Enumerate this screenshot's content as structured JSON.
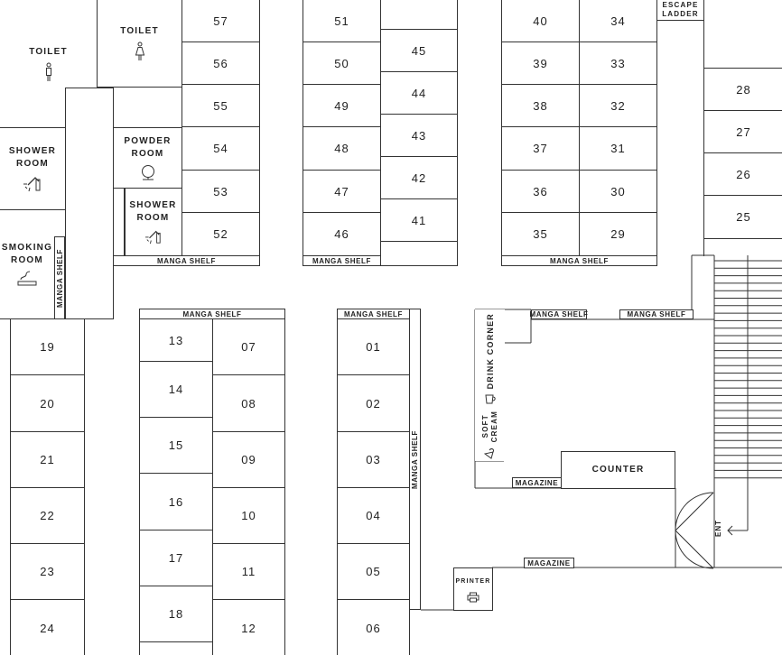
{
  "rooms": {
    "toilet_men": "TOILET",
    "toilet_women": "TOILET",
    "shower_left": "SHOWER\nROOM",
    "powder": "POWDER\nROOM",
    "shower_right": "SHOWER\nROOM",
    "smoking": "SMOKING\nROOM",
    "escape": "ESCAPE\nLADDER",
    "printer": "PRINTER",
    "counter": "COUNTER",
    "drink": "DRINK CORNER",
    "softcream": "SOFT\nCREAM",
    "entrance": "ENT"
  },
  "shelves": {
    "manga": "MANGA SHELF",
    "magazine": "MAGAZINE"
  },
  "booths": {
    "col_left_top": [
      "57",
      "56",
      "55",
      "54",
      "53",
      "52"
    ],
    "col_mid_a": [
      "51",
      "50",
      "49",
      "48",
      "47",
      "46"
    ],
    "col_mid_b": [
      "45",
      "44",
      "43",
      "42",
      "41"
    ],
    "col_right_a": [
      "40",
      "39",
      "38",
      "37",
      "36",
      "35"
    ],
    "col_right_b": [
      "34",
      "33",
      "32",
      "31",
      "30",
      "29"
    ],
    "col_far_right": [
      "28",
      "27",
      "26",
      "25"
    ],
    "col_bottom_1": [
      "19",
      "20",
      "21",
      "22",
      "23",
      "24"
    ],
    "col_bottom_2a": [
      "13",
      "14",
      "15",
      "16",
      "17",
      "18"
    ],
    "col_bottom_2b": [
      "07",
      "08",
      "09",
      "10",
      "11",
      "12"
    ],
    "col_bottom_3": [
      "01",
      "02",
      "03",
      "04",
      "05",
      "06"
    ]
  }
}
